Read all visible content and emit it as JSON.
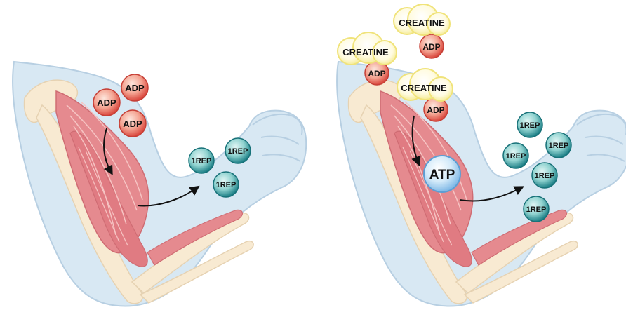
{
  "colors": {
    "arm_skin": "#d8e8f3",
    "arm_outline": "#b7cfe2",
    "bone": "#f8ead2",
    "muscle": "#e58a8f",
    "muscle_stripe": "#f6c4c3",
    "adp": "#e2574c",
    "rep": "#1d8d94",
    "creatine": "#f5ec9a",
    "atp": "#8fc6ef",
    "arrow": "#111111"
  },
  "left_panel": {
    "adp_labels": [
      "ADP",
      "ADP",
      "ADP"
    ],
    "rep_labels": [
      "1REP",
      "1REP",
      "1REP"
    ]
  },
  "right_panel": {
    "creatine_pairs": [
      {
        "creatine": "CREATINE",
        "adp": "ADP"
      },
      {
        "creatine": "CREATINE",
        "adp": "ADP"
      },
      {
        "creatine": "CREATINE",
        "adp": "ADP"
      }
    ],
    "atp_label": "ATP",
    "rep_labels": [
      "1REP",
      "1REP",
      "1REP",
      "1REP",
      "1REP"
    ]
  }
}
